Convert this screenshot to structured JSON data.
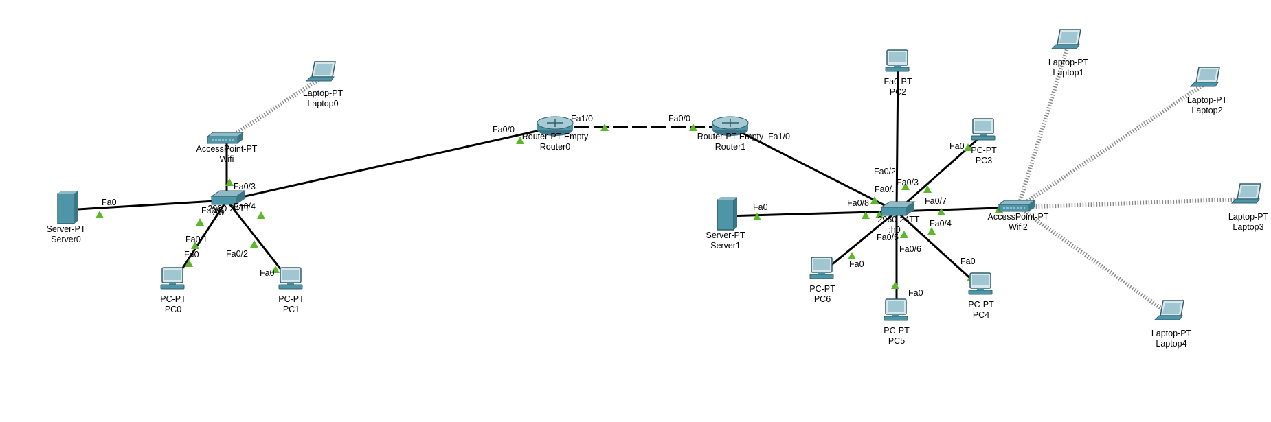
{
  "colors": {
    "link": "#000000",
    "wireless": "#8a8a8a",
    "port_marker": "#5cb82a",
    "device": "#4f95a8",
    "background": "#ffffff"
  },
  "devices": [
    {
      "id": "laptop0",
      "icon": "laptop-icon",
      "type": "Laptop-PT",
      "name": "Laptop0"
    },
    {
      "id": "wifi",
      "icon": "access-point-icon",
      "type": "AccessPoint-PT",
      "name": "Wifi"
    },
    {
      "id": "server0",
      "icon": "server-icon",
      "type": "Server-PT",
      "name": "Server0"
    },
    {
      "id": "sw0",
      "icon": "switch-icon",
      "type": "2960-24TT",
      "name": "Sw"
    },
    {
      "id": "pc0",
      "icon": "pc-icon",
      "type": "PC-PT",
      "name": "PC0"
    },
    {
      "id": "pc1",
      "icon": "pc-icon",
      "type": "PC-PT",
      "name": "PC1"
    },
    {
      "id": "router0",
      "icon": "router-icon",
      "type": "Router-PT-Empty",
      "name": "Router0"
    },
    {
      "id": "router1",
      "icon": "router-icon",
      "type": "Router-PT-Empty",
      "name": "Router1"
    },
    {
      "id": "pc2",
      "icon": "pc-icon",
      "type": "Fa0 PT",
      "name": "PC2"
    },
    {
      "id": "pc3",
      "icon": "pc-icon",
      "type": "PC-PT",
      "name": "PC3"
    },
    {
      "id": "server1",
      "icon": "server-icon",
      "type": "Server-PT",
      "name": "Server1"
    },
    {
      "id": "sw1",
      "icon": "switch-icon",
      "type": "2960-24TT",
      "name": ":h0"
    },
    {
      "id": "pc6",
      "icon": "pc-icon",
      "type": "PC-PT",
      "name": "PC6"
    },
    {
      "id": "pc5",
      "icon": "pc-icon",
      "type": "PC-PT",
      "name": "PC5"
    },
    {
      "id": "pc4",
      "icon": "pc-icon",
      "type": "PC-PT",
      "name": "PC4"
    },
    {
      "id": "wifi2",
      "icon": "access-point-icon",
      "type": "AccessPoint-PT",
      "name": "Wifi2"
    },
    {
      "id": "laptop1",
      "icon": "laptop-icon",
      "type": "Laptop-PT",
      "name": "Laptop1"
    },
    {
      "id": "laptop2",
      "icon": "laptop-icon",
      "type": "Laptop-PT",
      "name": "Laptop2"
    },
    {
      "id": "laptop3",
      "icon": "laptop-icon",
      "type": "Laptop-PT",
      "name": "Laptop3"
    },
    {
      "id": "laptop4",
      "icon": "laptop-icon",
      "type": "Laptop-PT",
      "name": "Laptop4"
    }
  ],
  "links": [
    {
      "from": "server0",
      "to": "sw0",
      "kind": "wired",
      "from_port": "Fa0",
      "to_port": "Fa0/5"
    },
    {
      "from": "wifi",
      "to": "sw0",
      "kind": "wired",
      "from_port": "",
      "to_port": "Fa0/3"
    },
    {
      "from": "pc0",
      "to": "sw0",
      "kind": "wired",
      "from_port": "Fa0",
      "to_port": "Fa0/1"
    },
    {
      "from": "pc1",
      "to": "sw0",
      "kind": "wired",
      "from_port": "Fa0",
      "to_port": "Fa0/2"
    },
    {
      "from": "sw0",
      "to": "router0",
      "kind": "wired",
      "from_port": "Fa0/4",
      "to_port": "Fa0/0"
    },
    {
      "from": "router0",
      "to": "router1",
      "kind": "wired",
      "from_port": "Fa1/0",
      "to_port": "Fa0/0"
    },
    {
      "from": "router1",
      "to": "sw1",
      "kind": "wired",
      "from_port": "Fa1/0",
      "to_port": "Fa0/."
    },
    {
      "from": "pc2",
      "to": "sw1",
      "kind": "wired",
      "from_port": "",
      "to_port": "Fa0/2"
    },
    {
      "from": "pc3",
      "to": "sw1",
      "kind": "wired",
      "from_port": "Fa0",
      "to_port": "Fa0/3"
    },
    {
      "from": "server1",
      "to": "sw1",
      "kind": "wired",
      "from_port": "Fa0",
      "to_port": "Fa0/8"
    },
    {
      "from": "pc6",
      "to": "sw1",
      "kind": "wired",
      "from_port": "Fa0",
      "to_port": "Fa0/5"
    },
    {
      "from": "pc5",
      "to": "sw1",
      "kind": "wired",
      "from_port": "Fa0",
      "to_port": "Fa0/6"
    },
    {
      "from": "pc4",
      "to": "sw1",
      "kind": "wired",
      "from_port": "Fa0",
      "to_port": "Fa0/4"
    },
    {
      "from": "wifi2",
      "to": "sw1",
      "kind": "wired",
      "from_port": "",
      "to_port": "Fa0/7"
    },
    {
      "from": "laptop0",
      "to": "wifi",
      "kind": "wireless",
      "from_port": "",
      "to_port": ""
    },
    {
      "from": "laptop1",
      "to": "wifi2",
      "kind": "wireless",
      "from_port": "",
      "to_port": ""
    },
    {
      "from": "laptop2",
      "to": "wifi2",
      "kind": "wireless",
      "from_port": "",
      "to_port": ""
    },
    {
      "from": "laptop3",
      "to": "wifi2",
      "kind": "wireless",
      "from_port": "",
      "to_port": ""
    },
    {
      "from": "laptop4",
      "to": "wifi2",
      "kind": "wireless",
      "from_port": "",
      "to_port": ""
    }
  ]
}
